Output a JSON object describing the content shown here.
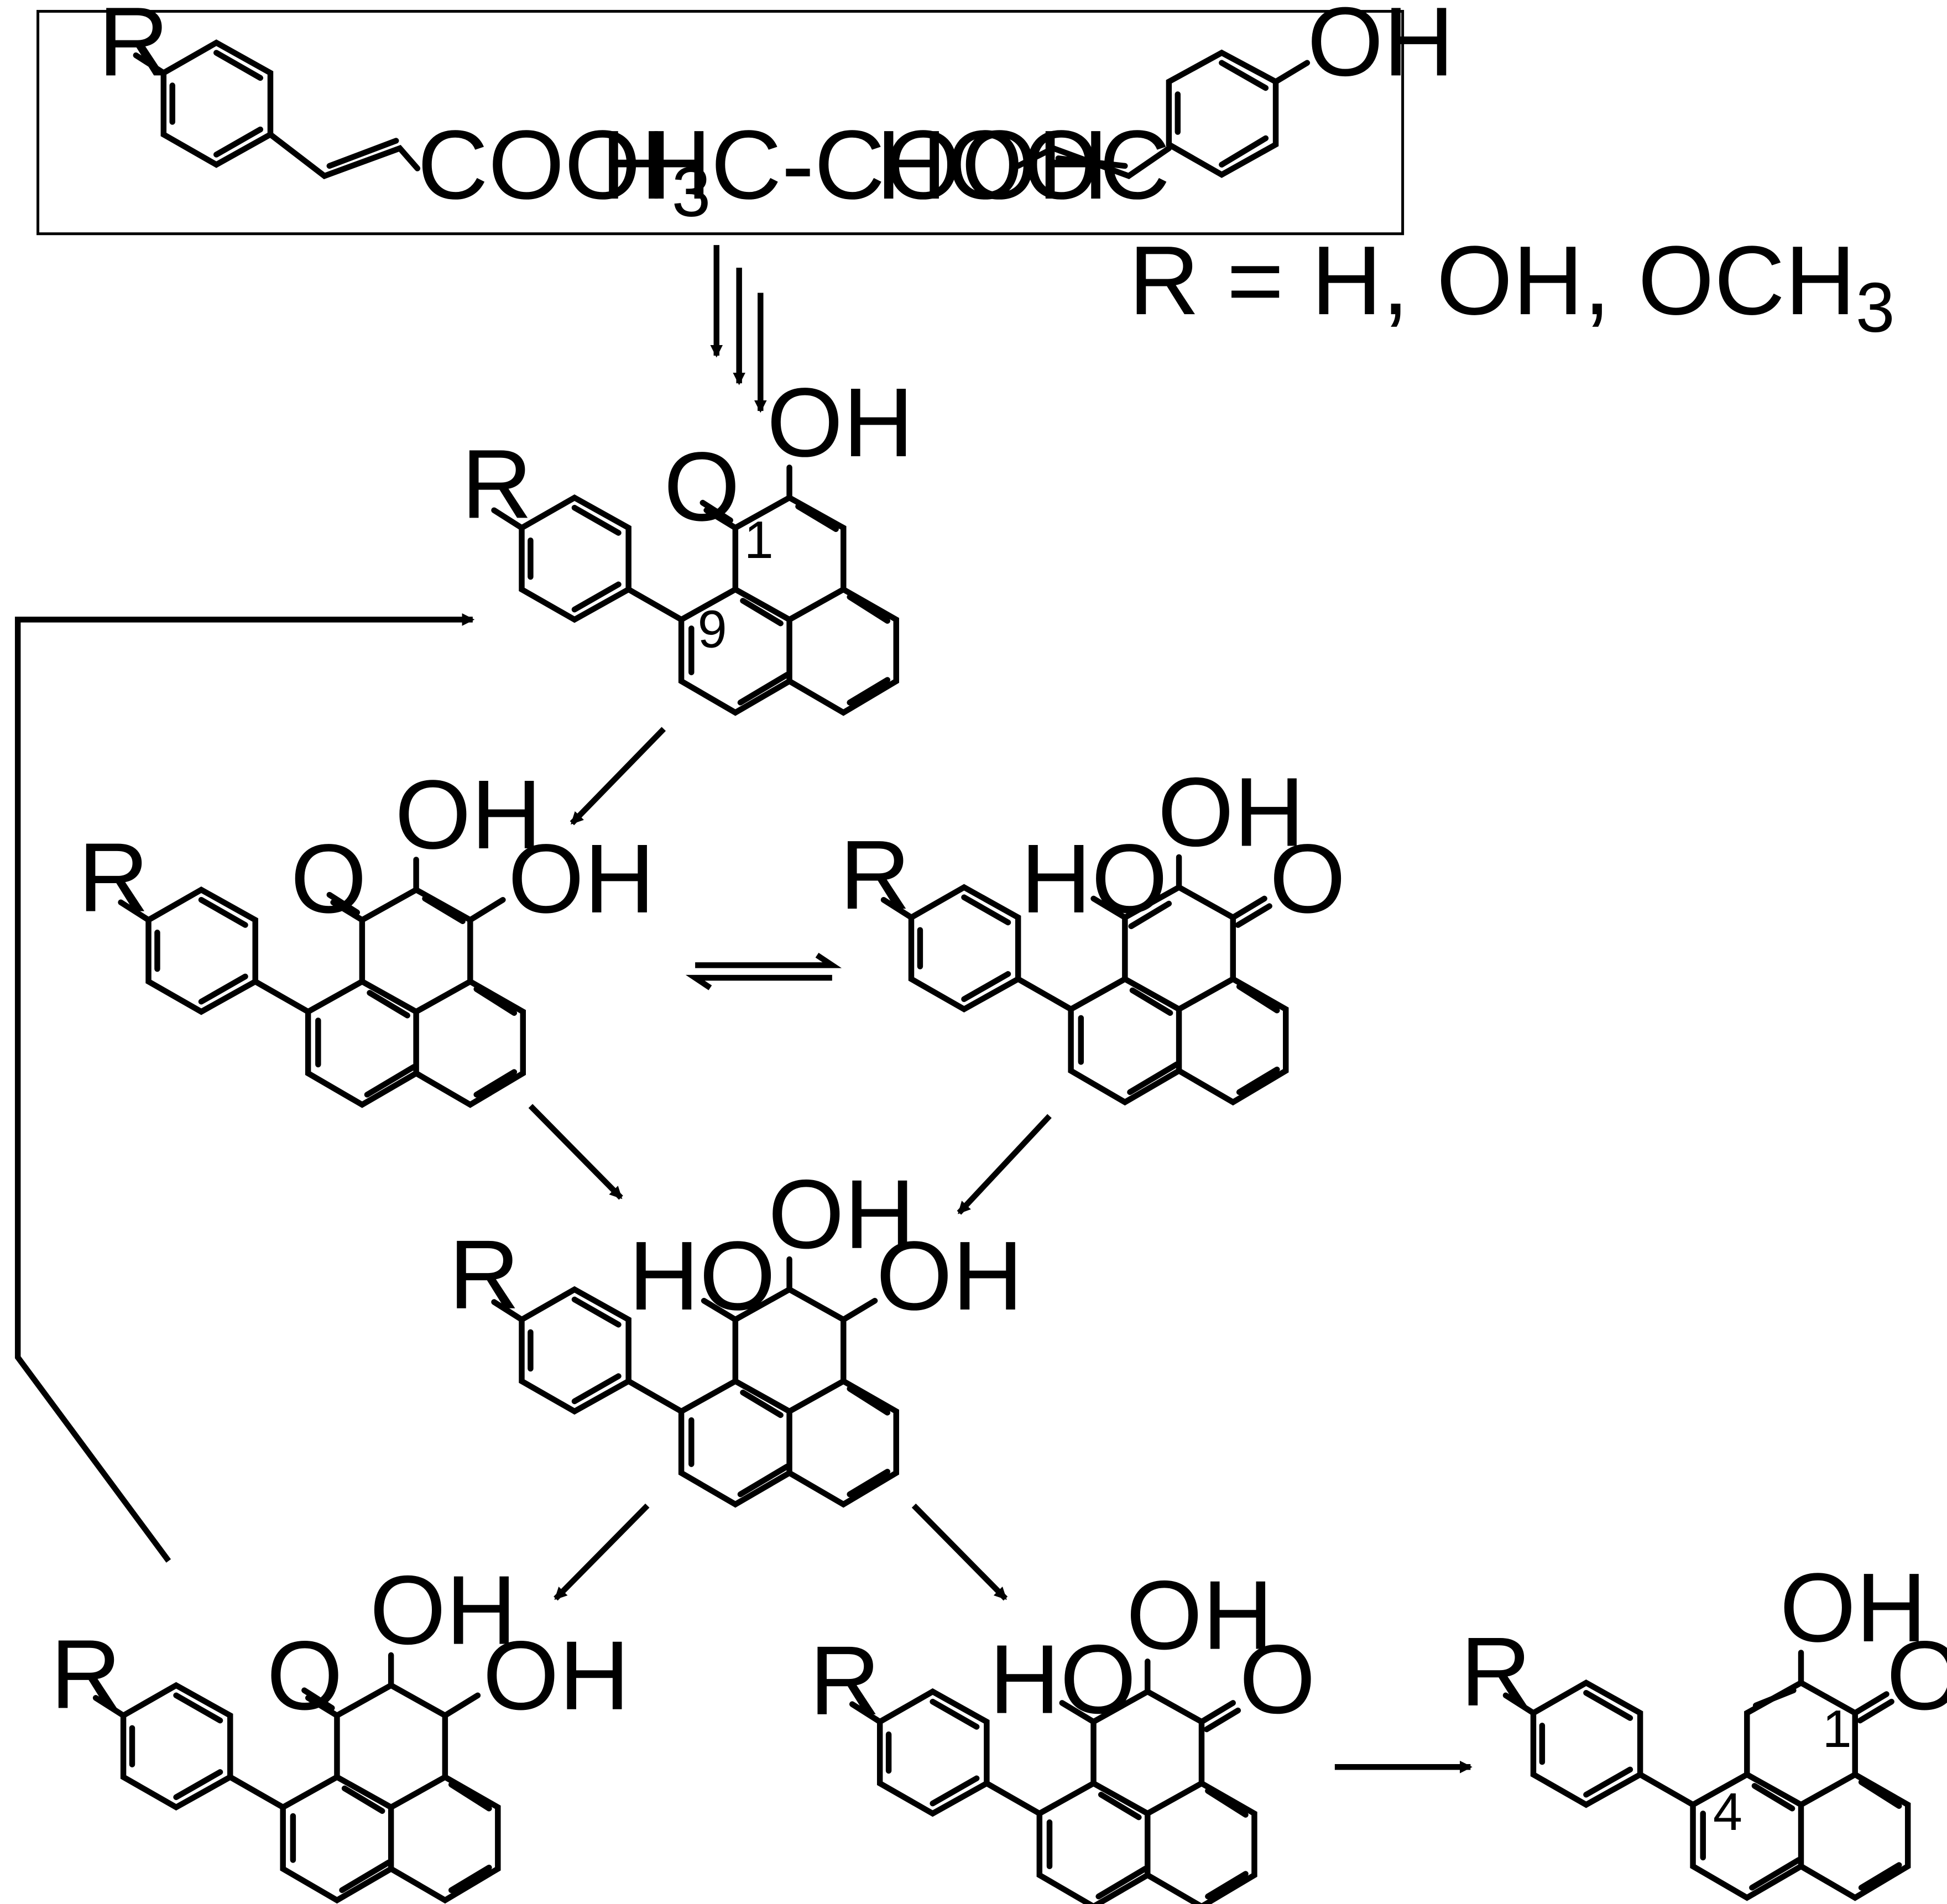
{
  "substituent_note": {
    "text": "R = H, OH, OCH",
    "sub": "3"
  },
  "precursors": {
    "cinnamic_acid": {
      "r_label": "R",
      "acid_label": "COOH"
    },
    "acetic_acid": {
      "prefix": "H",
      "sub": "3",
      "suffix": "C-COOH"
    },
    "coumaric_acid": {
      "acid_label": "HOOC",
      "oh_label": "OH"
    }
  },
  "labels": {
    "r": "R",
    "oh": "OH",
    "ho": "HO",
    "o": "O"
  },
  "atom_numbers": {
    "c1": "1",
    "c9": "9",
    "c4": "4"
  }
}
